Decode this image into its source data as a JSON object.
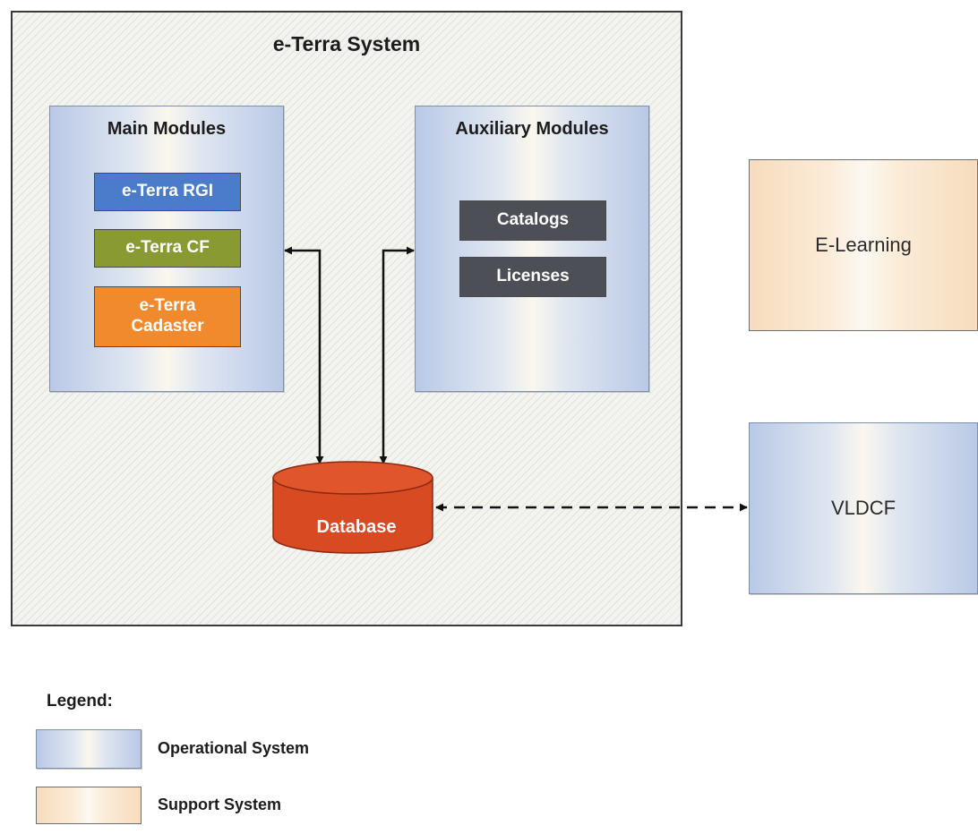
{
  "system": {
    "title": "e-Terra System"
  },
  "main_modules": {
    "title": "Main Modules",
    "items": [
      {
        "label": "e-Terra RGI",
        "color": "#4a7ccb"
      },
      {
        "label": "e-Terra CF",
        "color": "#8a9a32"
      },
      {
        "label_lines": [
          "e-Terra",
          "Cadaster"
        ],
        "color": "#f08a2c"
      }
    ]
  },
  "auxiliary_modules": {
    "title": "Auxiliary Modules",
    "items": [
      {
        "label": "Catalogs",
        "color": "#4c4f56"
      },
      {
        "label": "Licenses",
        "color": "#4c4f56"
      }
    ]
  },
  "database": {
    "label": "Database",
    "color": "#d84a22"
  },
  "external": {
    "elearning": {
      "label": "E-Learning"
    },
    "vldcf": {
      "label": "VLDCF"
    }
  },
  "legend": {
    "title": "Legend:",
    "items": [
      {
        "label": "Operational System"
      },
      {
        "label": "Support System"
      }
    ]
  }
}
